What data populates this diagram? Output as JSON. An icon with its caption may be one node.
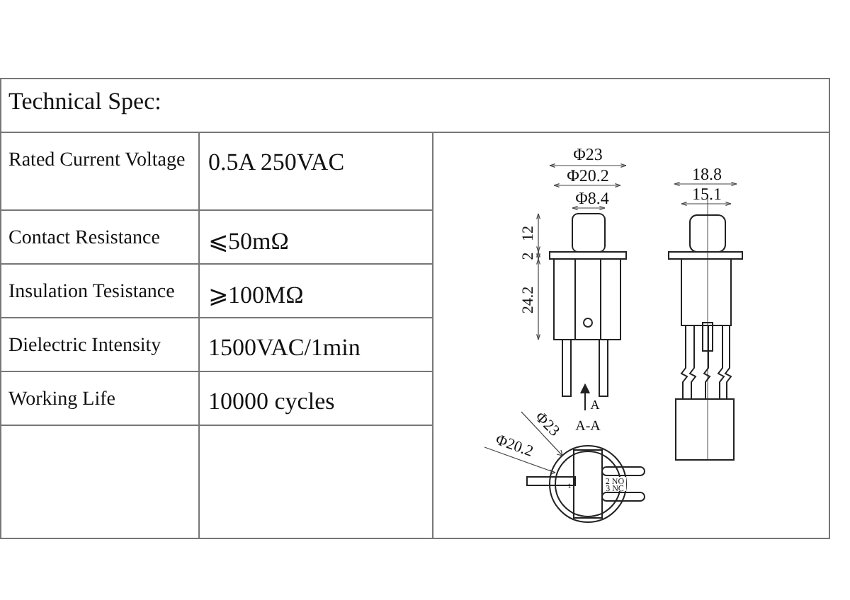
{
  "diagram": {
    "labels": [
      "Technical Spec:",
      "Rated Current Voltage",
      "0.5A 250VAC",
      "Contact Resistance",
      "⩽50mΩ",
      "Insulation Tesistance",
      "⩾100MΩ",
      "Dielectric Intensity",
      "1500VAC/1min",
      "Working Life",
      "10000 cycles",
      "Φ23",
      "Φ20.2",
      "Φ8.4",
      "12",
      "2",
      "24.2",
      "18.8",
      "15.1",
      "A",
      "A-A",
      "Φ23",
      "Φ20.2",
      "1",
      "2 NO",
      "3 NC"
    ]
  }
}
